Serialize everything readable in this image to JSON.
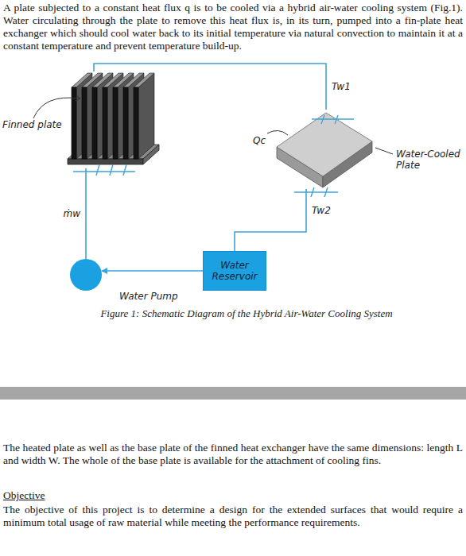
{
  "diagram": {
    "caption": "Figure 1: Schematic Diagram of the Hybrid Air-Water Cooling System",
    "nodes": [
      {
        "text": [
          "Finned plate"
        ]
      },
      {
        "text": [
          "Water-Cooled Plate"
        ]
      },
      {
        "text": [
          "Water Reservoir"
        ]
      },
      {
        "text": [
          "Water Pump"
        ]
      }
    ],
    "edges": [
      {
        "from": 3,
        "to": 0,
        "arrow": "none",
        "label": "ṁw"
      },
      {
        "from": 0,
        "to": 1,
        "arrow": "none",
        "label": "Tw1"
      },
      {
        "from": 1,
        "to": 2,
        "arrow": "none",
        "label": "Tw2"
      },
      {
        "from": 2,
        "to": 3,
        "arrow": "to"
      }
    ],
    "labels": [
      "A plate subjected to a constant heat flux q is to be cooled via a hybrid air-water cooling system (Fig.1). Water circulating through the plate to remove this heat flux is, in its turn, pumped into a fin-plate heat exchanger which should cool water back to its initial temperature via natural convection to maintain it at a constant temperature and prevent temperature build-up.",
      "Qc",
      "The heated plate as well as the base plate of the finned heat exchanger have the same dimensions: length L and width W. The whole of the base plate is available for the attachment of cooling fins.",
      "Objective",
      "The objective of this project is to determine a design for the extended surfaces that would require a minimum total usage of raw material while meeting the performance requirements."
    ]
  }
}
